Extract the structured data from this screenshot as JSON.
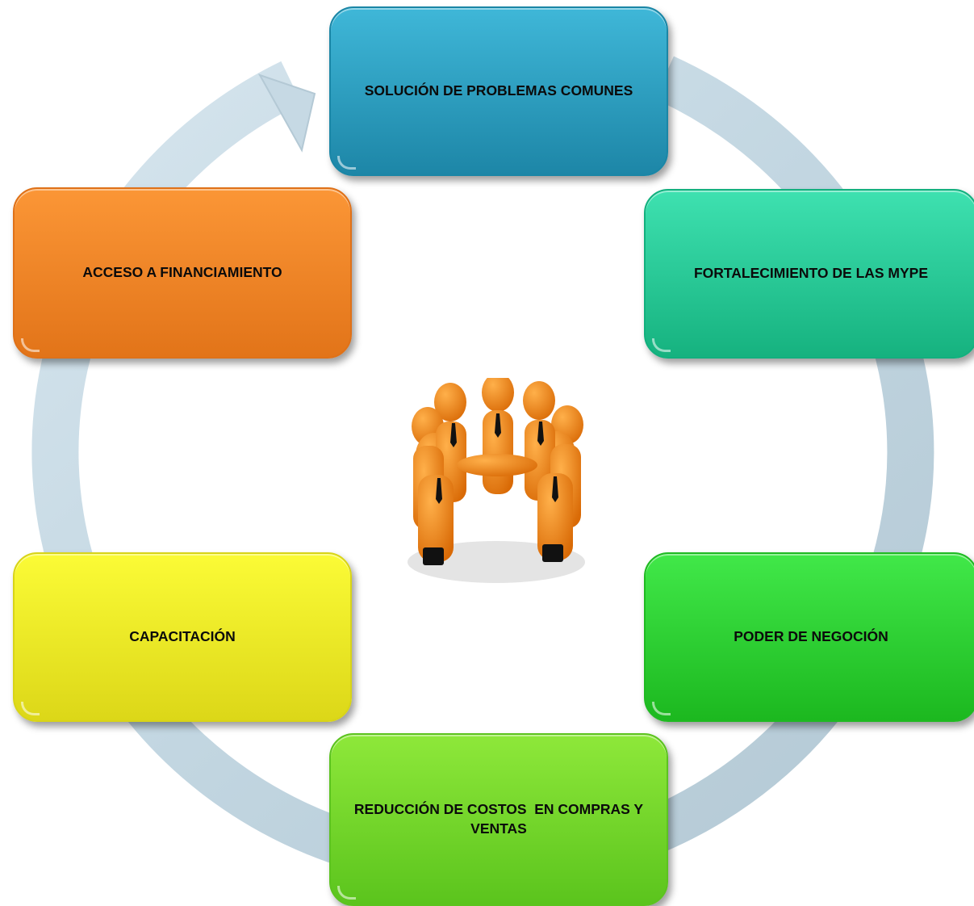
{
  "diagram": {
    "boxes": [
      {
        "label": "SOLUCIÓN DE PROBLEMAS COMUNES",
        "color": "#2a9fc1"
      },
      {
        "label": "FORTALECIMIENTO DE LAS MYPE",
        "color": "#22c896"
      },
      {
        "label": "PODER DE NEGOCIÓN",
        "color": "#2ed133"
      },
      {
        "label": "REDUCCIÓN DE COSTOS  EN COMPRAS Y VENTAS",
        "color": "#74d62c"
      },
      {
        "label": "CAPACITACIÓN",
        "color": "#eeea26"
      },
      {
        "label": "ACCESO A FINANCIAMIENTO",
        "color": "#f08526"
      }
    ],
    "cycle_color": "#c2d6e1",
    "center_icon": "teamwork-figures-icon"
  }
}
